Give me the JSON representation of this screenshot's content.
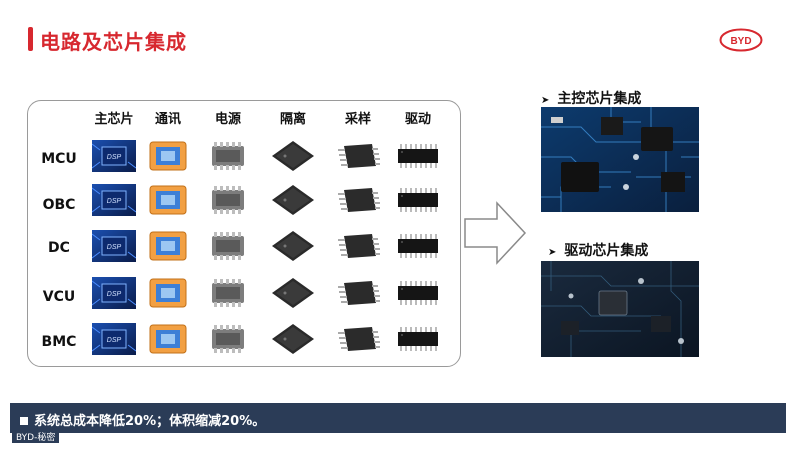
{
  "slide": {
    "title": "电路及芯片集成",
    "logo_text": "BYD",
    "columns": [
      "主芯片",
      "通讯",
      "电源",
      "隔离",
      "采样",
      "驱动"
    ],
    "rows": [
      "MCU",
      "OBC",
      "DC",
      "VCU",
      "BMC"
    ],
    "dsp_label": "DSP",
    "right_top_heading": "主控芯片集成",
    "right_bottom_heading": "驱动芯片集成",
    "footer_text": "系统总成本降低20%；体积缩减20%。",
    "footer_sub": "BYD-秘密"
  },
  "colors": {
    "accent": "#d7282f",
    "footer_bg": "#2b3c57"
  }
}
